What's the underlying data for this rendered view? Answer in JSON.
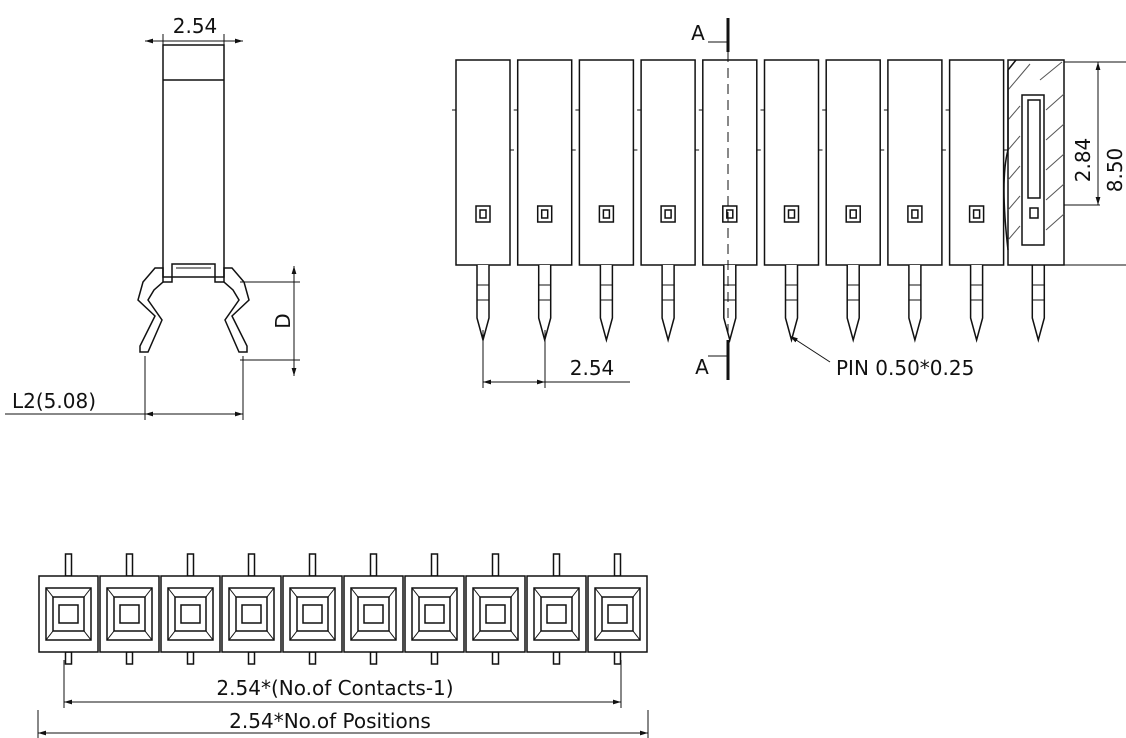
{
  "side_view": {
    "pitch_label": "2.54",
    "height_label": "D",
    "span_label": "L2(5.08)"
  },
  "front_view": {
    "section_top_label": "A",
    "section_bottom_label": "A",
    "height_label_1": "2.84",
    "height_label_2": "8.50",
    "pitch_label": "2.54",
    "pin_callout": "PIN 0.50*0.25"
  },
  "bottom_view": {
    "contacts_label": "2.54*(No.of Contacts-1)",
    "positions_label": "2.54*No.of Positions"
  },
  "colors": {
    "line": "#111111",
    "background": "#ffffff"
  }
}
